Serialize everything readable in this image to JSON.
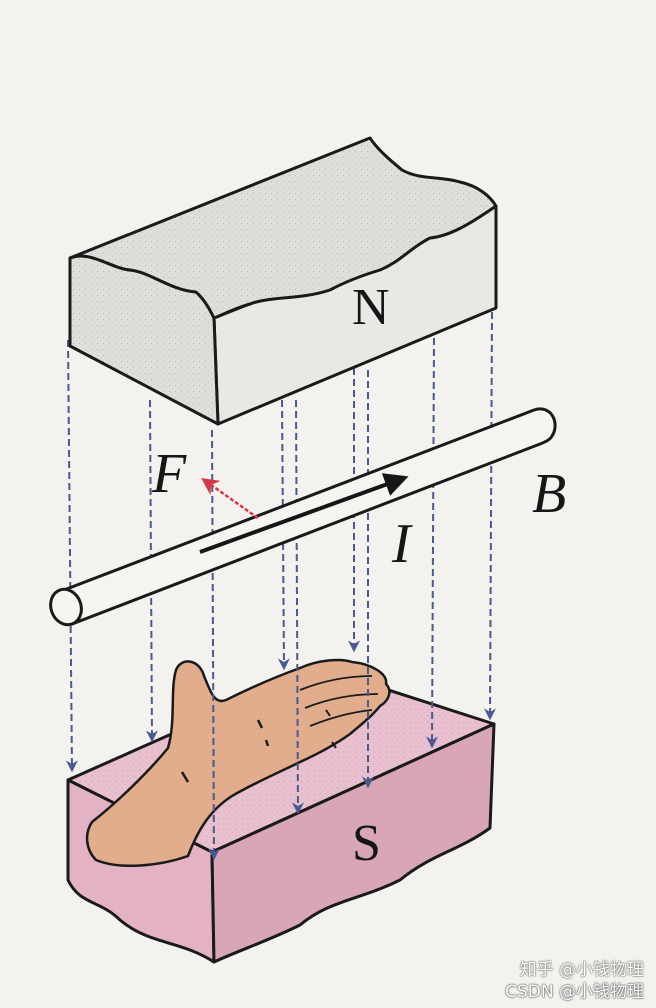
{
  "labels": {
    "north": "N",
    "south": "S",
    "force": "F",
    "current": "I",
    "field": "B"
  },
  "watermark": {
    "text": "知乎 @小钱物理",
    "overlay": "CSDN @小钱物理"
  },
  "colors": {
    "north_face": "#dcdcd8",
    "south_face": "#e6bccb",
    "south_side": "#d9a6b8",
    "hand": "#e2ad8c",
    "field_line": "#4a5a8c",
    "force_arrow": "#d23a4a",
    "outline": "#1a1a1a"
  }
}
